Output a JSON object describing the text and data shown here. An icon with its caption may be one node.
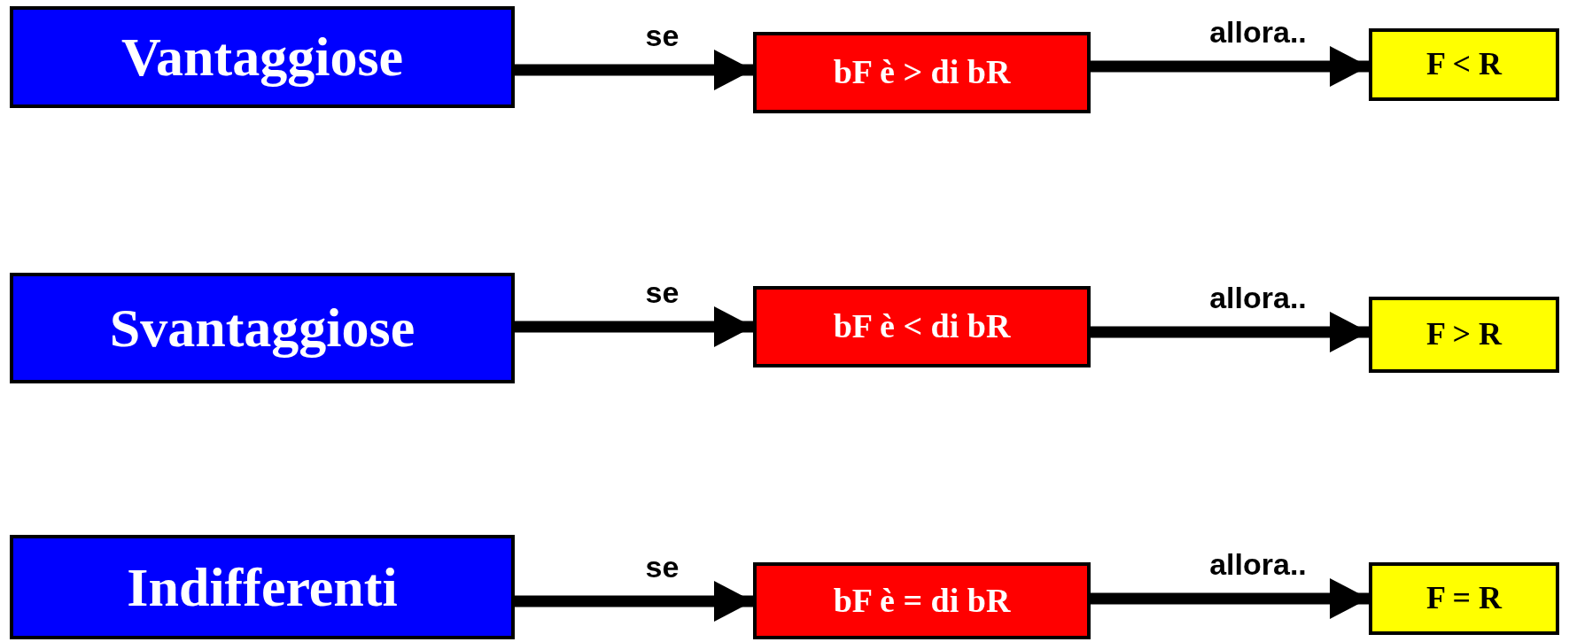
{
  "diagram": {
    "nodes": [
      {
        "text": [
          "Vantaggiose"
        ]
      },
      {
        "text": [
          "bF è > di bR"
        ]
      },
      {
        "text": [
          "F < R"
        ]
      },
      {
        "text": [
          "Svantaggiose"
        ]
      },
      {
        "text": [
          "bF è < di bR"
        ]
      },
      {
        "text": [
          "F > R"
        ]
      },
      {
        "text": [
          "Indifferenti"
        ]
      },
      {
        "text": [
          "bF è = di bR"
        ]
      },
      {
        "text": [
          "F = R"
        ]
      }
    ],
    "edges": [
      {
        "from": 0,
        "to": 1,
        "arrow": "to",
        "label": "se"
      },
      {
        "from": 1,
        "to": 2,
        "arrow": "to",
        "label": "allora.."
      },
      {
        "from": 3,
        "to": 4,
        "arrow": "to",
        "label": "se"
      },
      {
        "from": 4,
        "to": 5,
        "arrow": "to",
        "label": "allora.."
      },
      {
        "from": 6,
        "to": 7,
        "arrow": "to",
        "label": "se"
      },
      {
        "from": 7,
        "to": 8,
        "arrow": "to",
        "label": "allora.."
      }
    ]
  }
}
